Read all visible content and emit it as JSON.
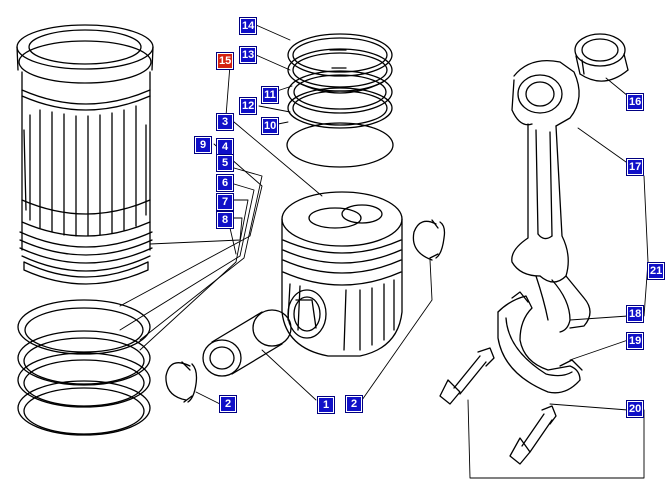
{
  "colors": {
    "callout": "#1010c8",
    "callout_highlight": "#d42010",
    "line": "#000000"
  },
  "callouts": [
    {
      "label": "14",
      "highlight": false
    },
    {
      "label": "15",
      "highlight": true
    },
    {
      "label": "13",
      "highlight": false
    },
    {
      "label": "11",
      "highlight": false
    },
    {
      "label": "12",
      "highlight": false
    },
    {
      "label": "10",
      "highlight": false
    },
    {
      "label": "3",
      "highlight": false
    },
    {
      "label": "9",
      "highlight": false
    },
    {
      "label": "4",
      "highlight": false
    },
    {
      "label": "5",
      "highlight": false
    },
    {
      "label": "6",
      "highlight": false
    },
    {
      "label": "7",
      "highlight": false
    },
    {
      "label": "8",
      "highlight": false
    },
    {
      "label": "2",
      "highlight": false
    },
    {
      "label": "1",
      "highlight": false
    },
    {
      "label": "2",
      "highlight": false
    },
    {
      "label": "16",
      "highlight": false
    },
    {
      "label": "17",
      "highlight": false
    },
    {
      "label": "21",
      "highlight": false
    },
    {
      "label": "18",
      "highlight": false
    },
    {
      "label": "19",
      "highlight": false
    },
    {
      "label": "20",
      "highlight": false
    }
  ]
}
